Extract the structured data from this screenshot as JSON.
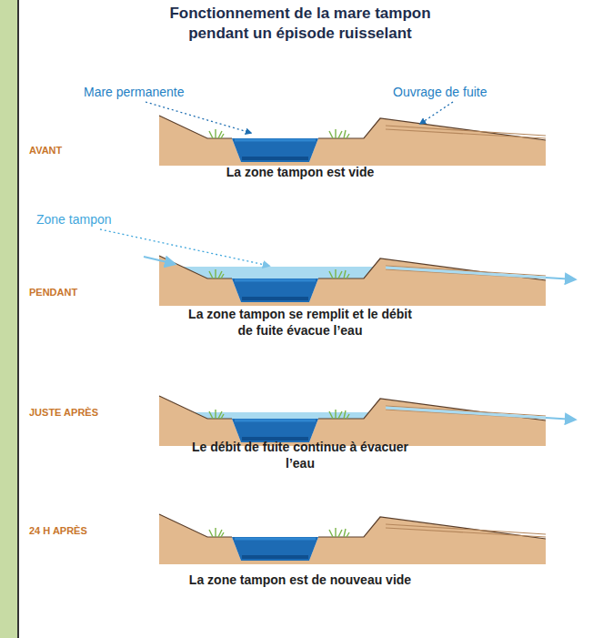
{
  "diagram": {
    "title": "Fonctionnement de la mare tampon pendant un épisode ruisselant",
    "labels": [
      "Mare permanente",
      "Ouvrage de fuite",
      "AVANT",
      "La zone tampon est vide",
      "Zone tampon",
      "PENDANT",
      "La zone tampon se remplit et le débit de fuite évacue l’eau",
      "JUSTE APRÈS",
      "Le débit de fuite continue à évacuer l’eau",
      "24 H APRÈS",
      "La zone tampon est de nouveau vide"
    ]
  }
}
